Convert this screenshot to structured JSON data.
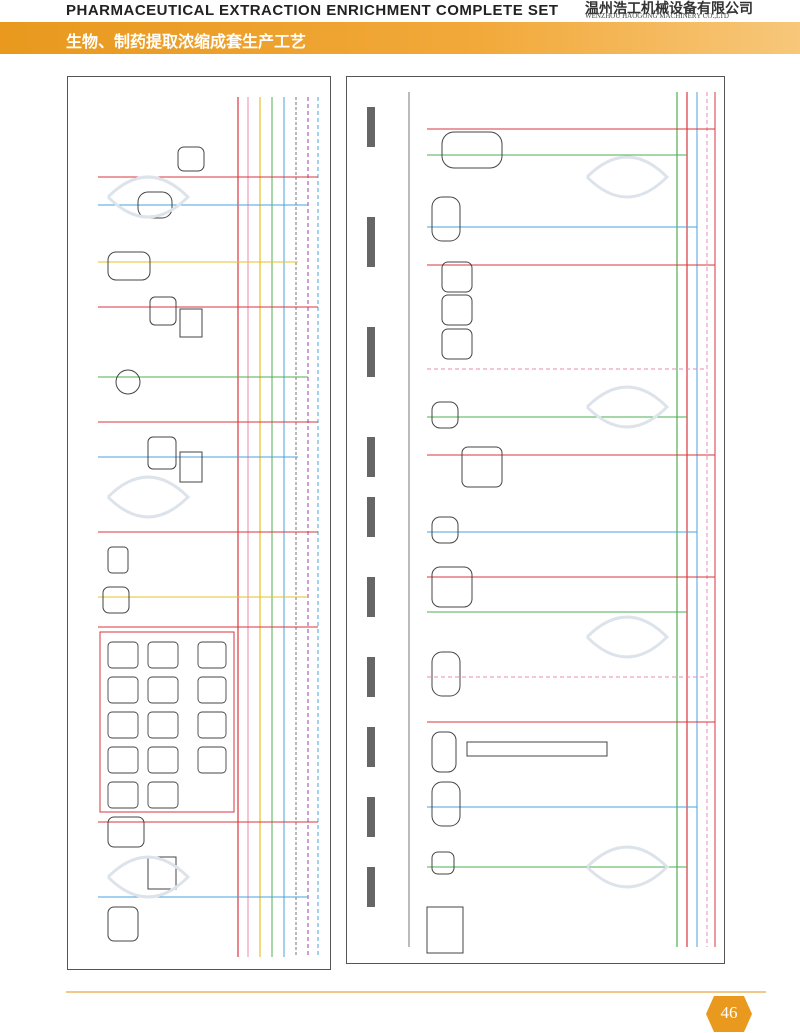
{
  "header": {
    "title_en": "PHARMACEUTICAL EXTRACTION ENRICHMENT COMPLETE SET",
    "company_cn": "温州浩工机械设备有限公司",
    "company_en": "WENZHOU HAOGONG MACHINERY CO.,LTD"
  },
  "banner": {
    "title_cn": "生物、制药提取浓缩成套生产工艺"
  },
  "footer": {
    "page_number": "46"
  },
  "colors": {
    "accent_orange": "#e8991e",
    "line_red": "#d9363e",
    "line_blue": "#4aa3df",
    "line_green": "#4caf50",
    "line_yellow": "#e6c229",
    "line_purple": "#8e44ad",
    "line_pink": "#e98ab0"
  }
}
